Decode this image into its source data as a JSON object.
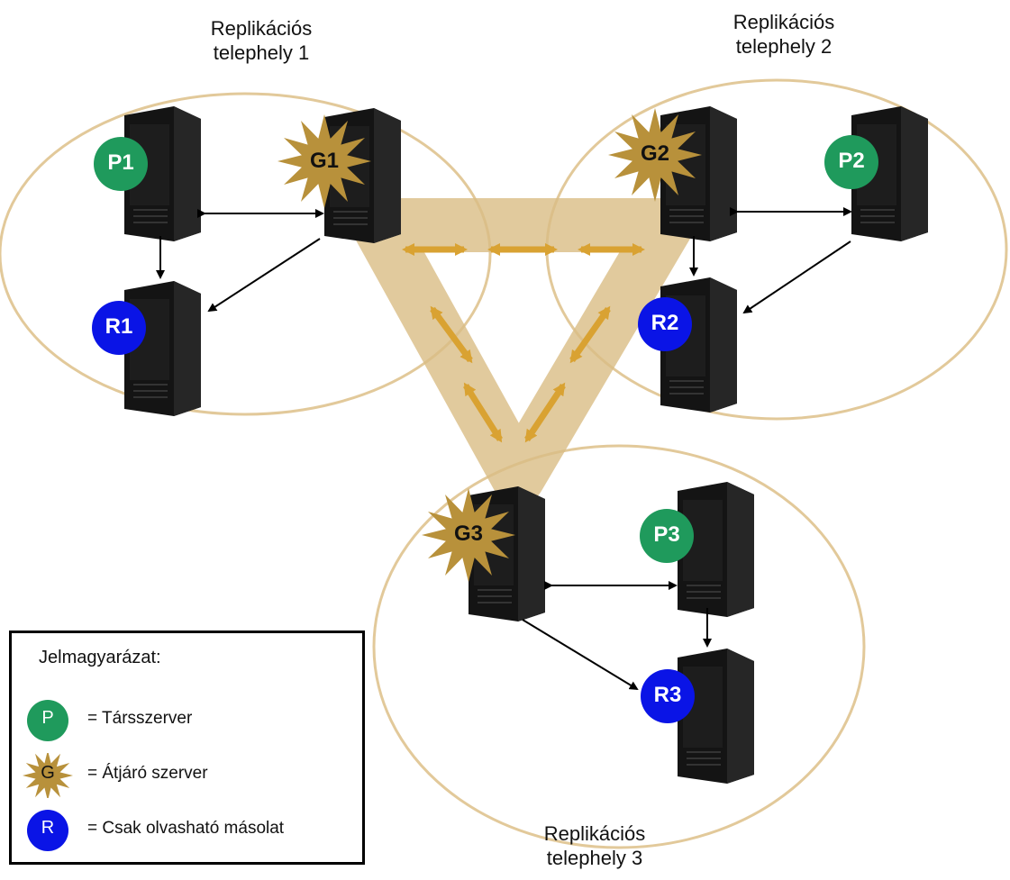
{
  "sites": [
    {
      "title_line1": "Replikációs",
      "title_line2": "telephely 1"
    },
    {
      "title_line1": "Replikációs",
      "title_line2": "telephely 2"
    },
    {
      "title_line1": "Replikációs",
      "title_line2": "telephely 3"
    }
  ],
  "nodes": {
    "p1": "P1",
    "g1": "G1",
    "r1": "R1",
    "p2": "P2",
    "g2": "G2",
    "r2": "R2",
    "p3": "P3",
    "g3": "G3",
    "r3": "R3"
  },
  "legend": {
    "title": "Jelmagyarázat:",
    "items": [
      {
        "symbol": "P",
        "text": "= Társszerver",
        "color": "#1f9a5c"
      },
      {
        "symbol": "G",
        "text": "= Átjáró szerver",
        "color": "#b8913b"
      },
      {
        "symbol": "R",
        "text": "= Csak olvasható másolat",
        "color": "#0a14e6"
      }
    ]
  },
  "colors": {
    "peer": "#1f9a5c",
    "gateway": "#b8913b",
    "readonly": "#0a14e6",
    "site_ring": "#e2c99a",
    "gateway_link_band": "#d9bd84",
    "gateway_arrow": "#d9a232",
    "server_body": "#141414"
  }
}
